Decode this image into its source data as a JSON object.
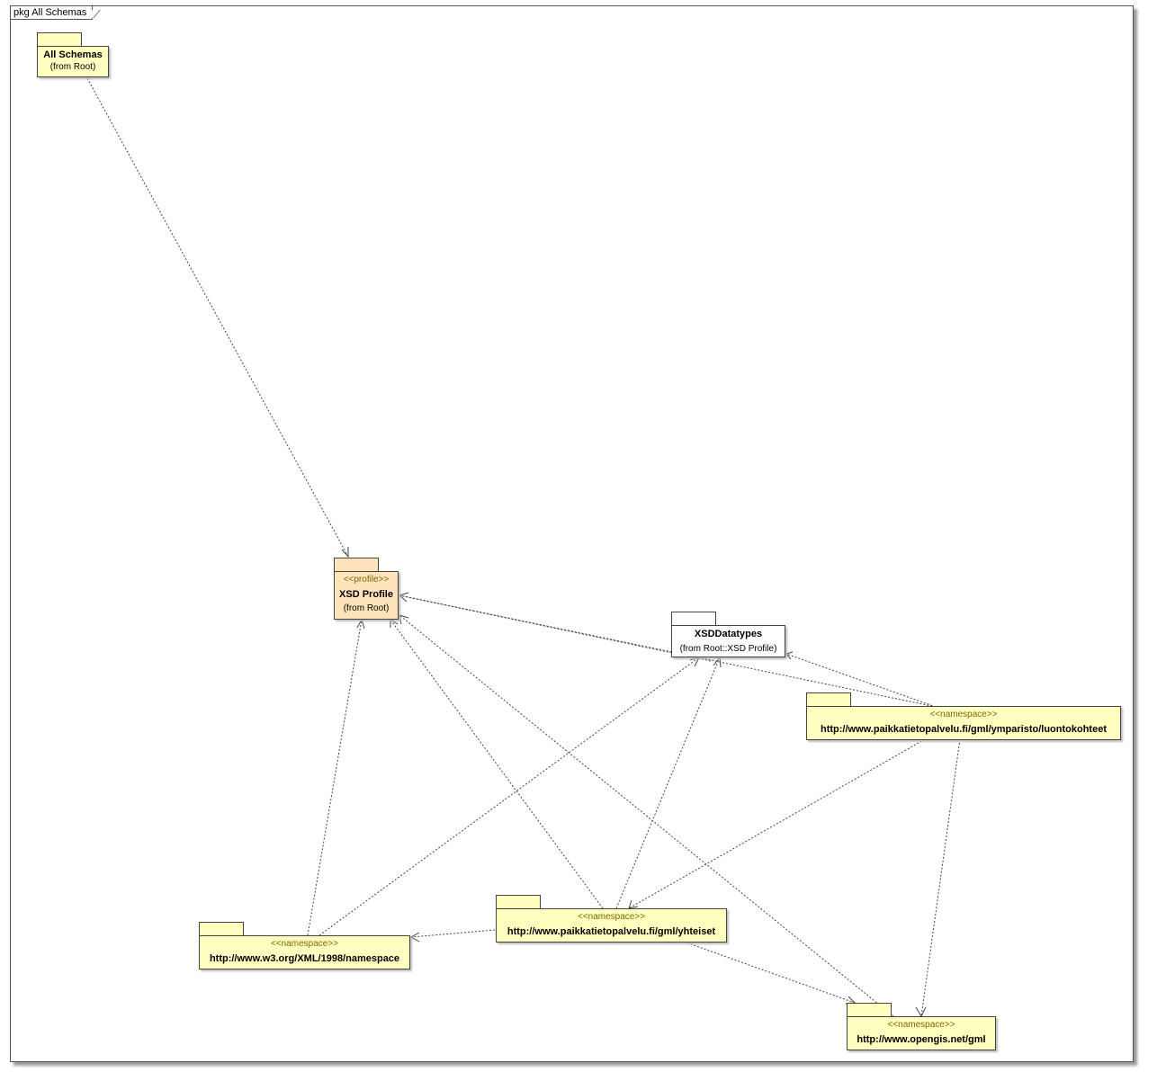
{
  "frame": {
    "label": "pkg All Schemas"
  },
  "packages": {
    "all_schemas": {
      "stereotype": "",
      "name": "All Schemas",
      "from": "(from Root)"
    },
    "xsd_profile": {
      "stereotype": "<<profile>>",
      "name": "XSD Profile",
      "from": "(from Root)"
    },
    "xsd_datatypes": {
      "stereotype": "",
      "name": "XSDDatatypes",
      "from": "(from Root::XSD Profile)"
    },
    "luontokohteet": {
      "stereotype": "<<namespace>>",
      "name": "http://www.paikkatietopalvelu.fi/gml/ymparisto/luontokohteet",
      "from": ""
    },
    "yhteiset": {
      "stereotype": "<<namespace>>",
      "name": "http://www.paikkatietopalvelu.fi/gml/yhteiset",
      "from": ""
    },
    "w3_xml": {
      "stereotype": "<<namespace>>",
      "name": "http://www.w3.org/XML/1998/namespace",
      "from": ""
    },
    "opengis_gml": {
      "stereotype": "<<namespace>>",
      "name": "http://www.opengis.net/gml",
      "from": ""
    }
  },
  "colors": {
    "namespace_fill": "#ffffc0",
    "profile_fill": "#ffe3bb",
    "datatypes_fill": "#ffffff",
    "line": "#444444"
  },
  "dependencies": [
    {
      "from": "all_schemas",
      "to": "xsd_profile"
    },
    {
      "from": "xsd_datatypes",
      "to": "xsd_profile"
    },
    {
      "from": "luontokohteet",
      "to": "xsd_profile"
    },
    {
      "from": "luontokohteet",
      "to": "xsd_datatypes"
    },
    {
      "from": "luontokohteet",
      "to": "yhteiset"
    },
    {
      "from": "luontokohteet",
      "to": "opengis_gml"
    },
    {
      "from": "yhteiset",
      "to": "xsd_profile"
    },
    {
      "from": "yhteiset",
      "to": "xsd_datatypes"
    },
    {
      "from": "yhteiset",
      "to": "w3_xml"
    },
    {
      "from": "yhteiset",
      "to": "opengis_gml"
    },
    {
      "from": "w3_xml",
      "to": "xsd_profile"
    },
    {
      "from": "w3_xml",
      "to": "xsd_datatypes"
    },
    {
      "from": "opengis_gml",
      "to": "xsd_profile"
    }
  ]
}
